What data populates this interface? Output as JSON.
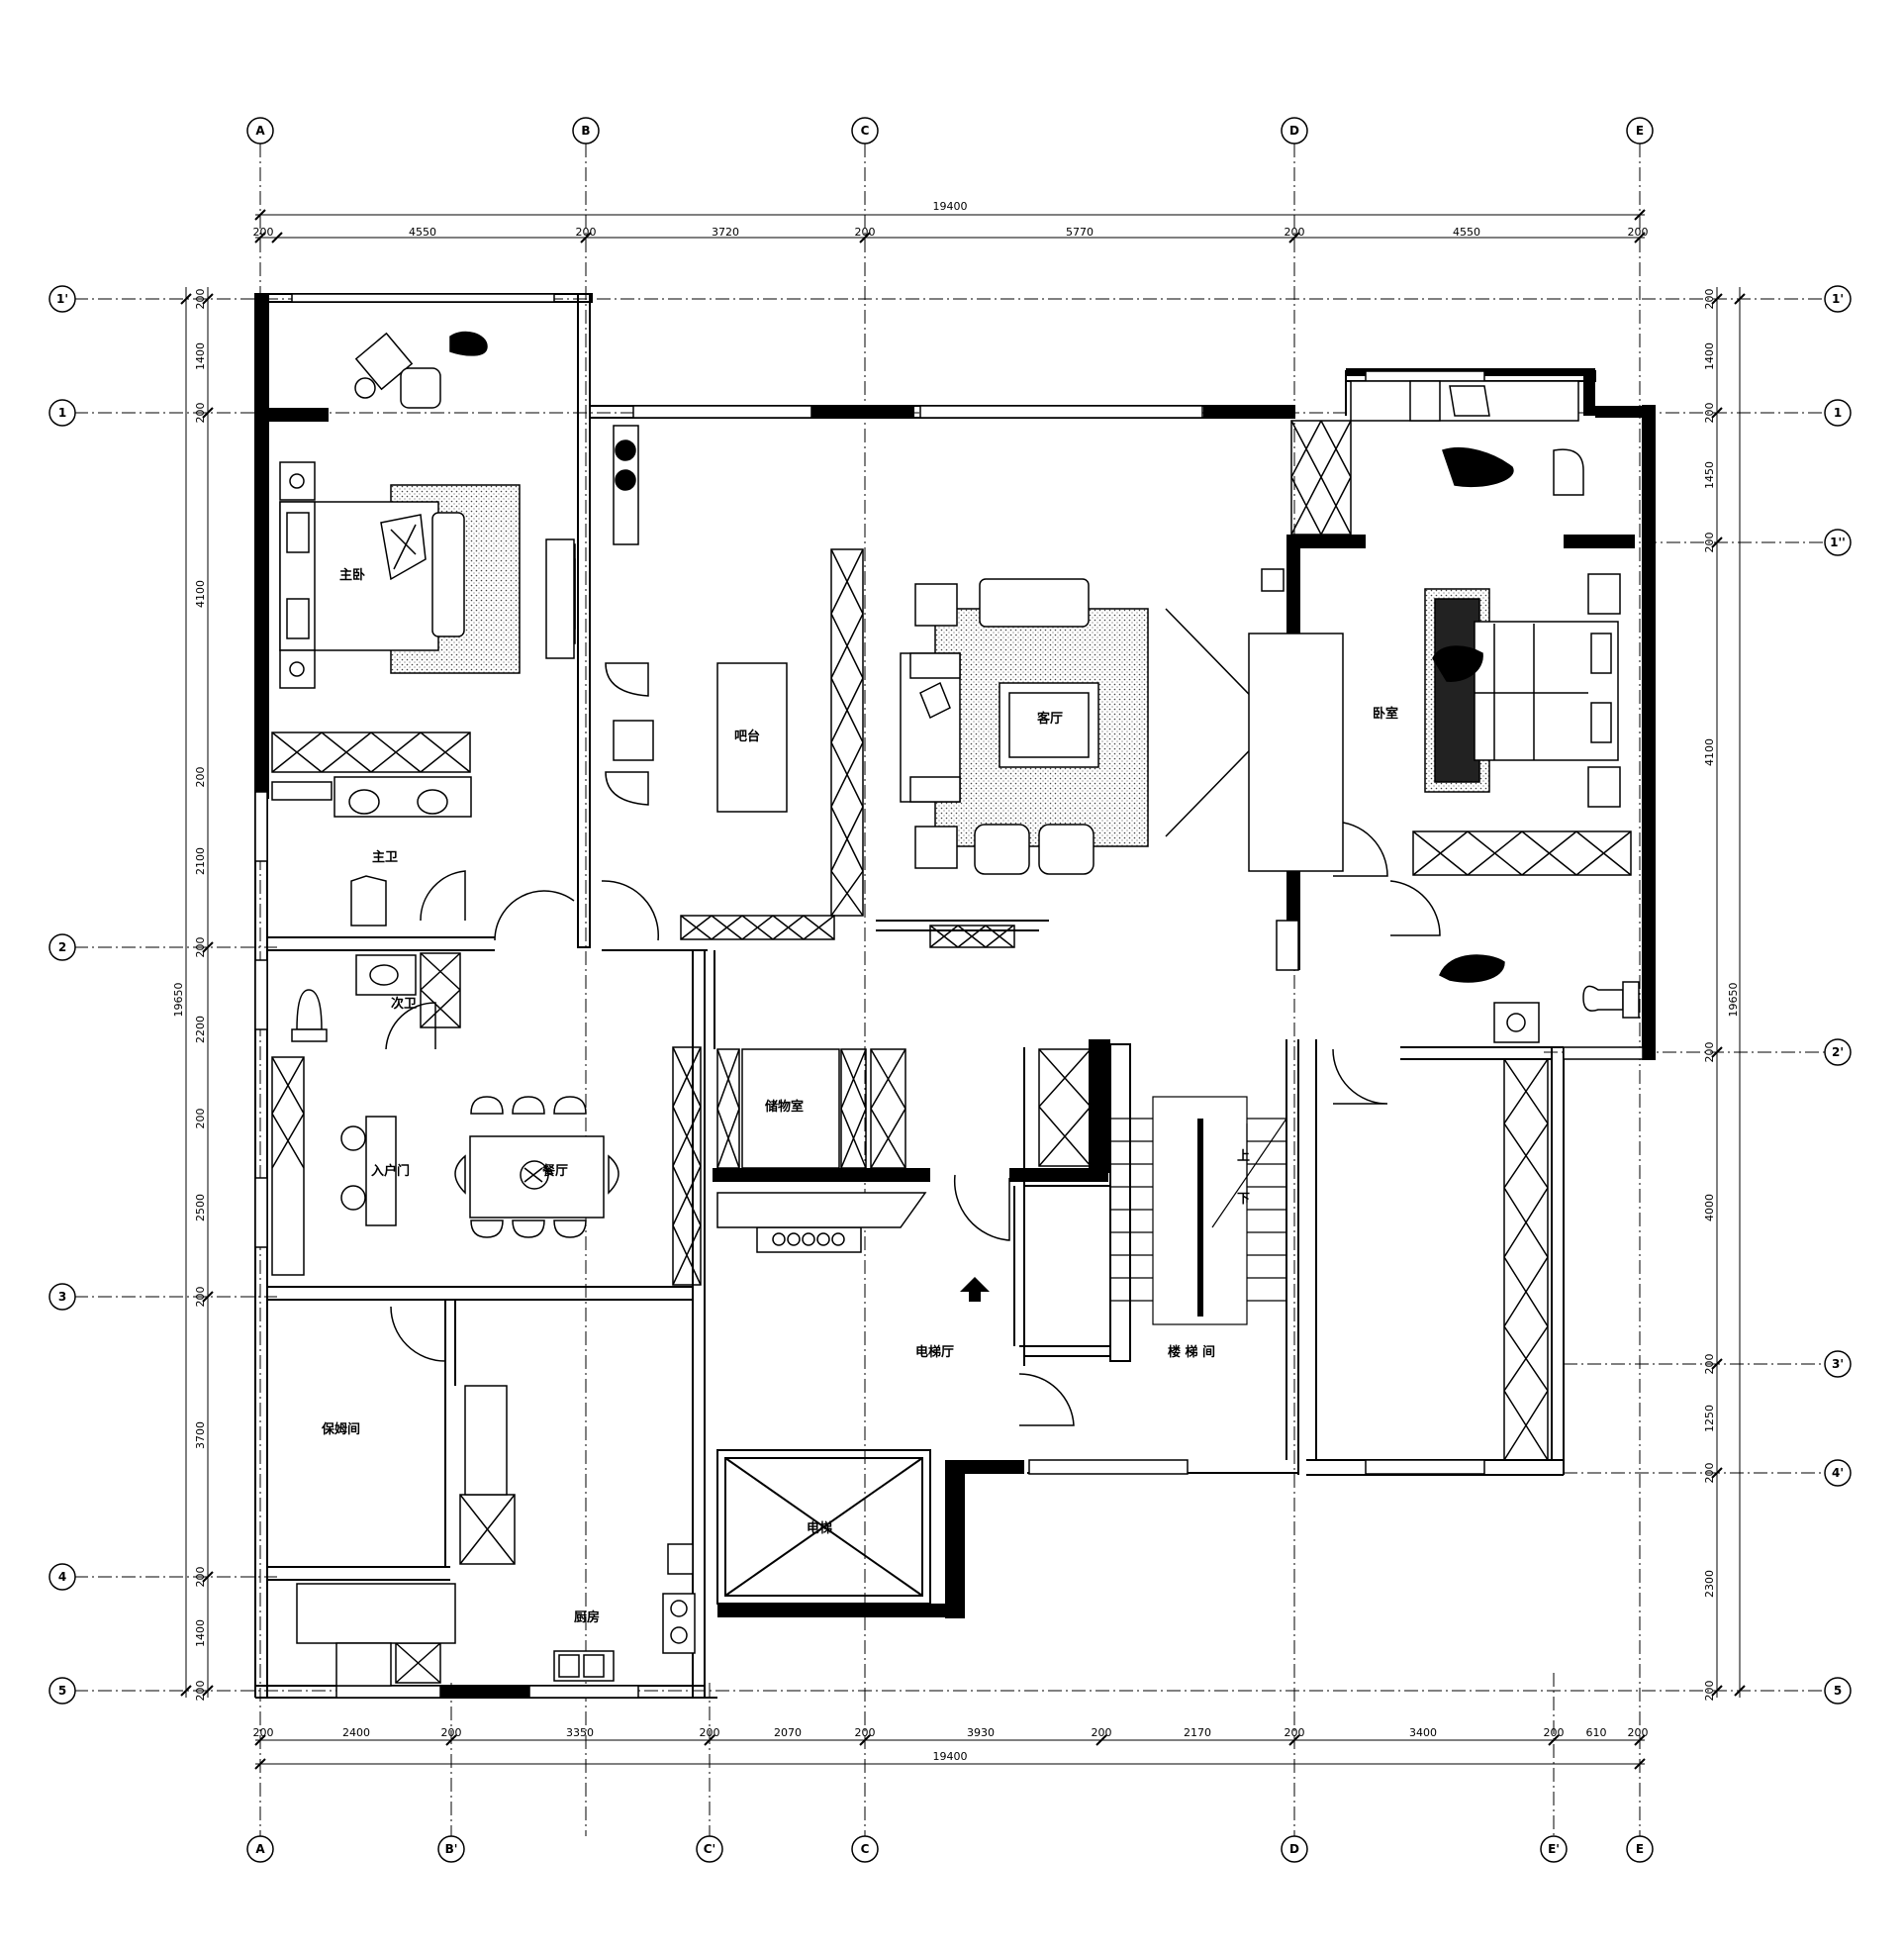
{
  "grid": {
    "top_axes": [
      "A",
      "B",
      "C",
      "D",
      "E"
    ],
    "bottom_axes": [
      "A",
      "B'",
      "C'",
      "C",
      "D",
      "E'",
      "E"
    ],
    "rows": [
      "1'",
      "1",
      "1''",
      "2",
      "2'",
      "3",
      "3'",
      "4",
      "4'",
      "5"
    ]
  },
  "dimensions": {
    "top_total": "19400",
    "top_segments": [
      "4550",
      "3720",
      "5770",
      "4550"
    ],
    "top_walls": [
      "200",
      "200",
      "200",
      "200",
      "200"
    ],
    "bottom_total": "19400",
    "bottom_segments": [
      "2400",
      "3350",
      "2070",
      "3930",
      "2170",
      "3400",
      "610"
    ],
    "bottom_walls": [
      "200",
      "200",
      "200",
      "200",
      "200",
      "200",
      "200",
      "200"
    ],
    "left_total": "19650",
    "left_segments": [
      "1400",
      "4100",
      "2100",
      "2200",
      "2500",
      "3700",
      "1400"
    ],
    "left_small": [
      "200",
      "200",
      "200",
      "200",
      "200",
      "200",
      "200",
      "200"
    ],
    "right_total": "19650",
    "right_segments": [
      "1400",
      "1450",
      "4100",
      "4000",
      "1250",
      "2300"
    ],
    "right_small": [
      "200",
      "200",
      "200",
      "200",
      "200",
      "200",
      "200"
    ]
  },
  "rooms": {
    "master_bedroom": "主卧",
    "master_bath": "主卫",
    "guest_bath": "次卫",
    "island": "吧台",
    "living_room": "客厅",
    "bedroom2": "卧室",
    "entry_hall": "入户门",
    "dining_room": "餐厅",
    "storage": "储物室",
    "nanny_room": "保姆间",
    "kitchen": "厨房",
    "elevator_hall": "电梯厅",
    "stair_hall": "楼 梯 间",
    "elevator": "电梯",
    "stair_up": "上",
    "stair_down": "下"
  },
  "colors": {
    "ink": "#000000",
    "paper": "#ffffff",
    "hatch": "#555555"
  }
}
